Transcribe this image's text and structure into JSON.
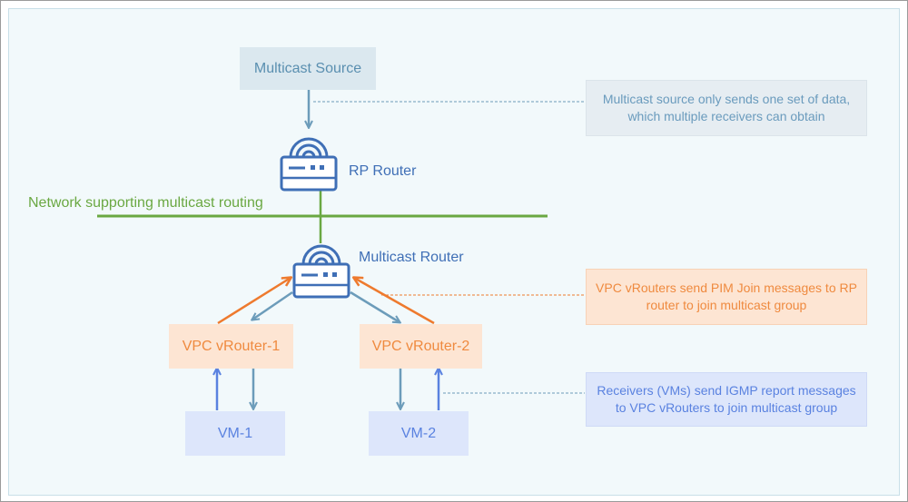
{
  "diagram": {
    "source_box": "Multicast Source",
    "rp_router_label": "RP Router",
    "network_label": "Network supporting multicast routing",
    "multicast_router_label": "Multicast Router",
    "vrouter1": "VPC vRouter-1",
    "vrouter2": "VPC vRouter-2",
    "vm1": "VM-1",
    "vm2": "VM-2",
    "notes": {
      "source": "Multicast source only sends one set of data, which multiple receivers can obtain",
      "pim": "VPC vRouters send PIM Join messages to RP router to join multicast group",
      "igmp": "Receivers (VMs) send IGMP report messages to VPC vRouters to join multicast group"
    }
  },
  "icons": [
    "router-icon",
    "router-icon"
  ],
  "colors": {
    "router_blue": "#3f6fb6",
    "network_green": "#6aa842",
    "join_orange": "#ee7a2e",
    "data_steel": "#6c9cba",
    "igmp_blue": "#5a82e0"
  }
}
